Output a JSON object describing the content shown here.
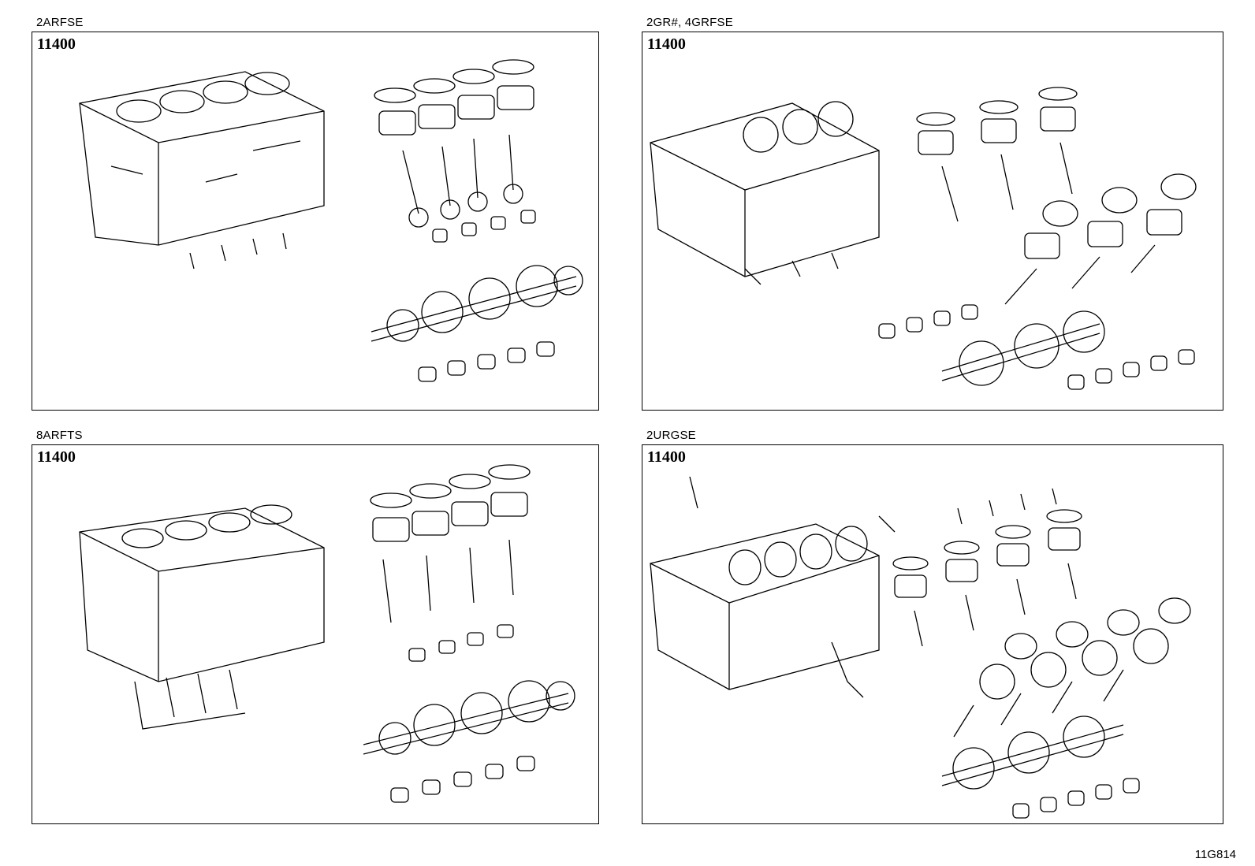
{
  "panels": [
    {
      "engine": "2ARFSE",
      "part_number": "11400"
    },
    {
      "engine": "2GR#, 4GRFSE",
      "part_number": "11400"
    },
    {
      "engine": "8ARFTS",
      "part_number": "11400"
    },
    {
      "engine": "2URGSE",
      "part_number": "11400"
    }
  ],
  "page_code": "11G814",
  "icons": [
    "cylinder-block",
    "piston",
    "piston-ring-set",
    "connecting-rod",
    "bearing",
    "crankshaft",
    "oil-nozzle",
    "bolt"
  ]
}
